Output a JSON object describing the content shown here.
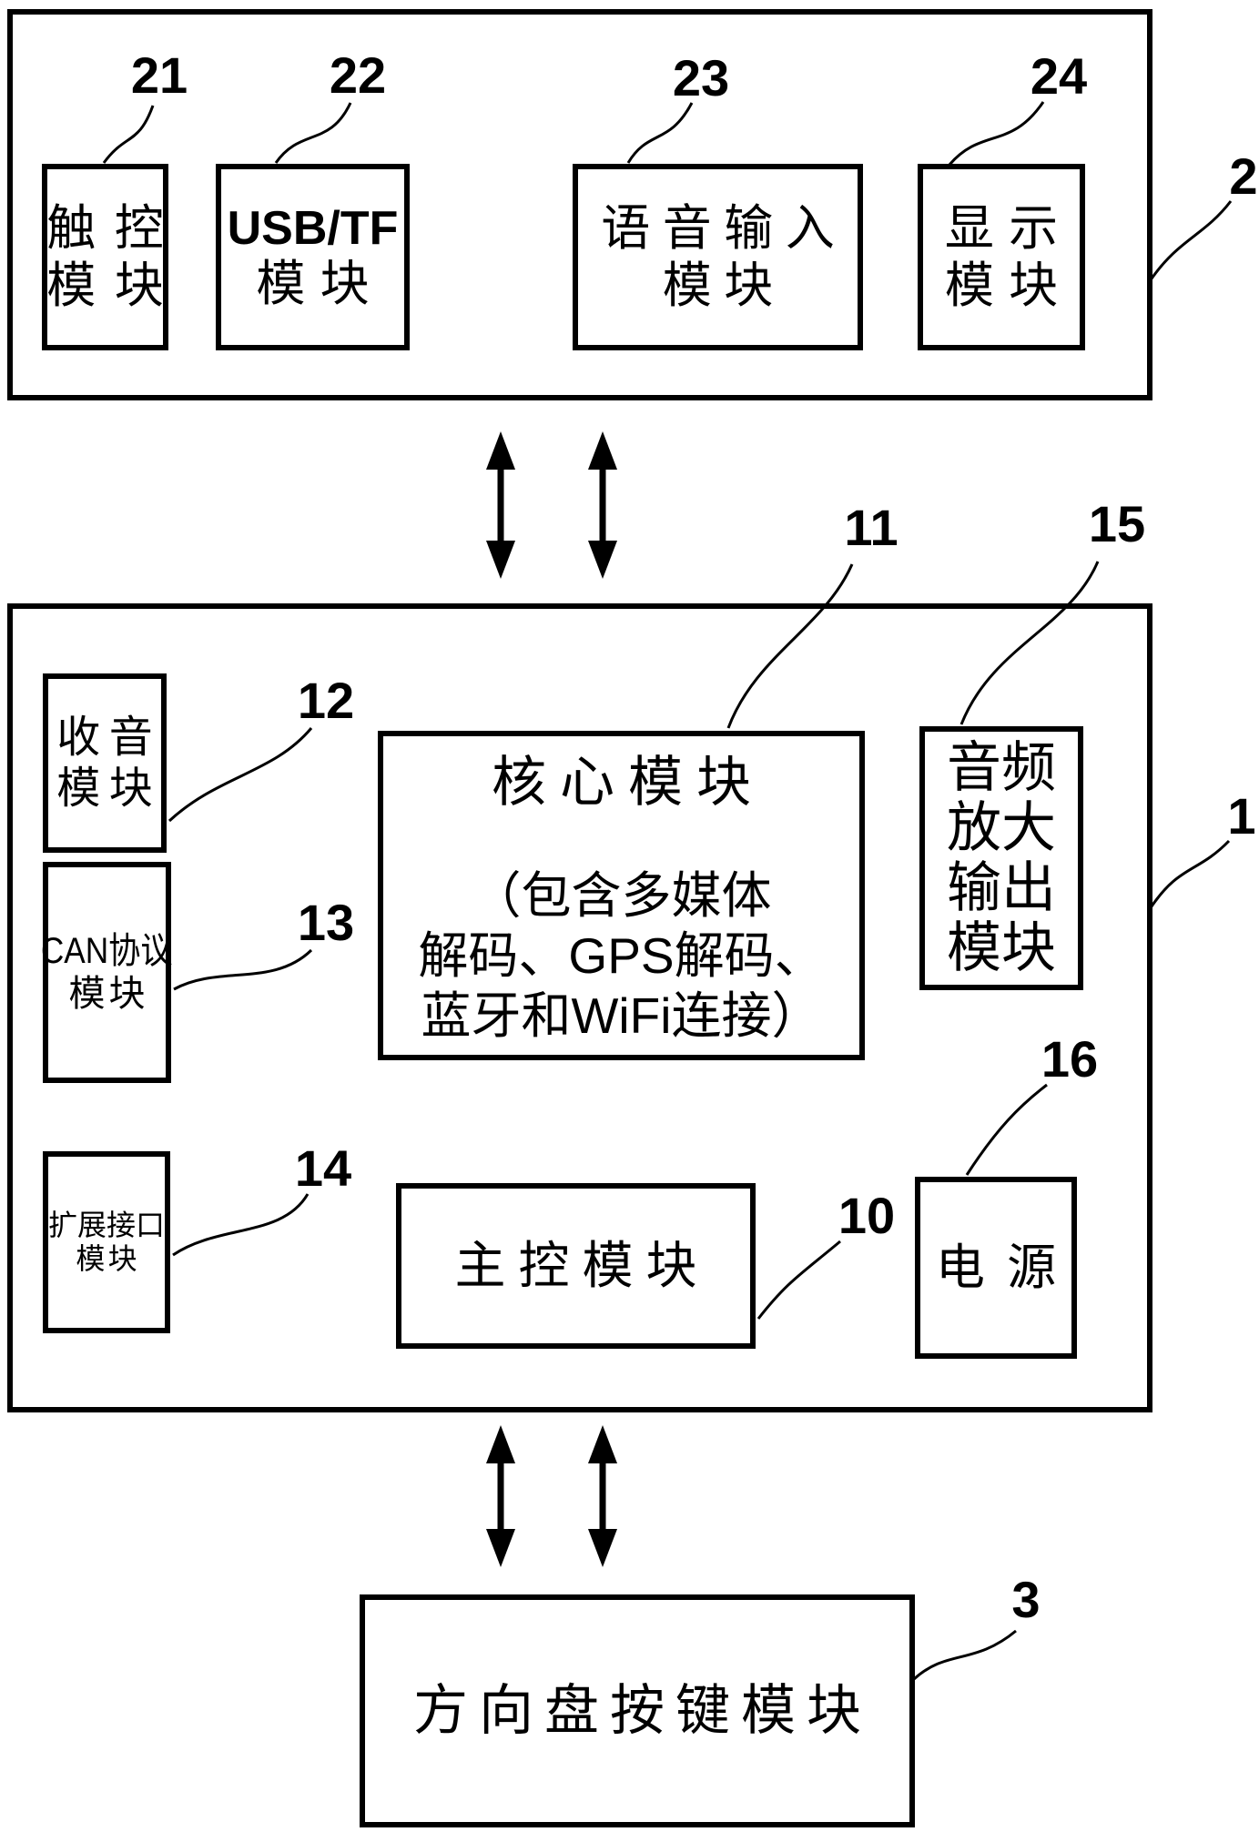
{
  "diagram": {
    "colors": {
      "ink": "#000000",
      "background": "#ffffff"
    },
    "top_unit": {
      "ref_label": "2",
      "modules": [
        {
          "ref": "21",
          "name_lines": [
            "触控",
            "模块"
          ]
        },
        {
          "ref": "22",
          "name_lines": [
            "USB/TF",
            "模块"
          ]
        },
        {
          "ref": "23",
          "name_lines": [
            "语音输入",
            "模块"
          ]
        },
        {
          "ref": "24",
          "name_lines": [
            "显示",
            "模块"
          ]
        }
      ]
    },
    "host_unit": {
      "ref_label": "1",
      "core_module": {
        "ref": "11",
        "title": "核心模块",
        "desc_lines": [
          "（包含多媒体",
          "解码、GPS解码、",
          "蓝牙和WiFi连接）"
        ]
      },
      "radio_module": {
        "ref": "12",
        "name_lines": [
          "收音",
          "模块"
        ]
      },
      "can_module": {
        "ref": "13",
        "name_lines": [
          "CAN协议",
          "模块"
        ]
      },
      "expansion_module": {
        "ref": "14",
        "name_lines": [
          "扩展接口",
          "模块"
        ]
      },
      "audio_module": {
        "ref": "15",
        "name_lines": [
          "音频",
          "放大",
          "输出",
          "模块"
        ]
      },
      "power_module": {
        "ref": "16",
        "name": "电源"
      },
      "main_control_module": {
        "ref": "10",
        "name": "主控模块"
      }
    },
    "steering_module": {
      "ref_label": "3",
      "name": "方向盘按键模块"
    }
  }
}
